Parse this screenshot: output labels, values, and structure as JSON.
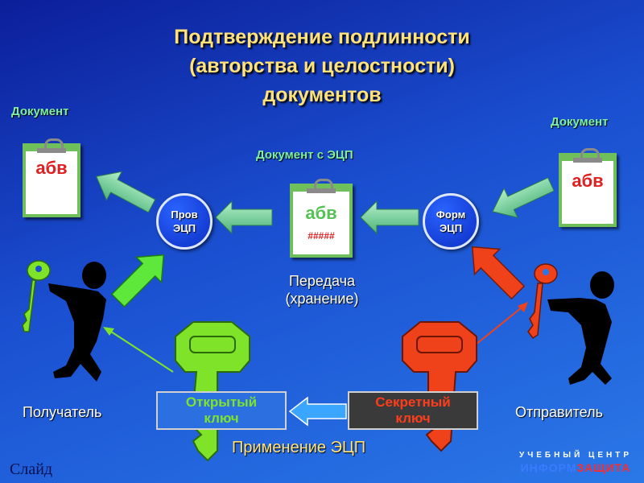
{
  "title": {
    "line1": "Подтверждение подлинности",
    "line2": "(авторства и целостности)",
    "line3": "документов"
  },
  "doc_left": {
    "label": "Документ",
    "text": "абв"
  },
  "doc_right": {
    "label": "Документ",
    "text": "абв"
  },
  "doc_center": {
    "label": "Документ с ЭЦП",
    "text": "абв",
    "signature": "#####"
  },
  "verify": {
    "line1": "Пров",
    "line2": "ЭЦП"
  },
  "form": {
    "line1": "Форм",
    "line2": "ЭЦП"
  },
  "transfer": {
    "line1": "Передача",
    "line2": "(хранение)"
  },
  "receiver": "Получатель",
  "sender": "Отправитель",
  "public_key": {
    "line1": "Открытый",
    "line2": "ключ"
  },
  "secret_key": {
    "line1": "Секретный",
    "line2": "ключ"
  },
  "usage": "Применение ЭЦП",
  "slide_label": "Слайд",
  "brand": {
    "line1": "УЧЕБНЫЙ ЦЕНТР",
    "part1": "ИНФОРМ",
    "part2": "ЗАЩИТА"
  },
  "colors": {
    "title": "#ffe37a",
    "green_label": "#7ff0a0",
    "public_key": "#7fe32a",
    "secret_key": "#f0421a",
    "arrow_green": "#6fd39a"
  },
  "icons": [
    "key-icon",
    "person-icon",
    "arrow-icon",
    "clipboard-icon"
  ]
}
